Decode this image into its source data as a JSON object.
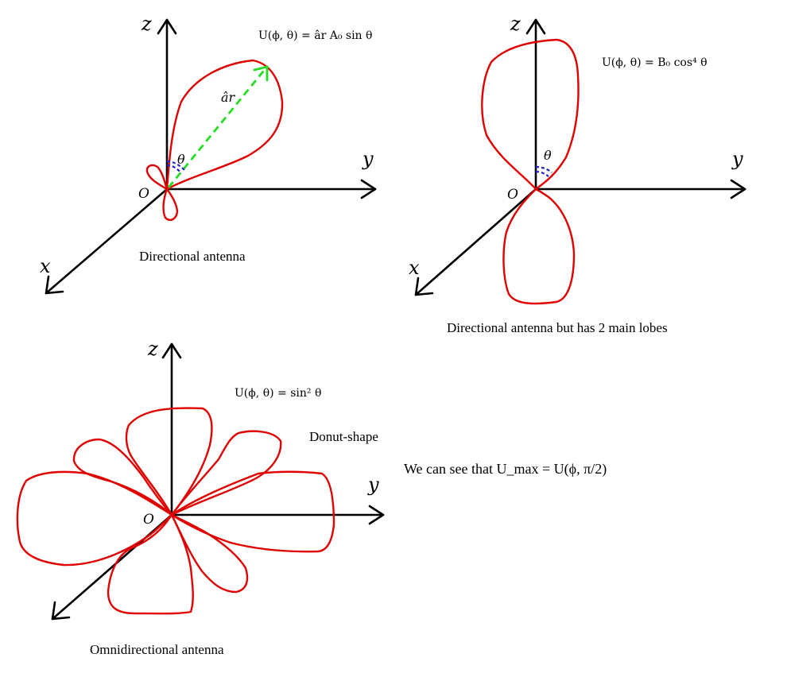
{
  "panels": [
    {
      "axes": {
        "z": "z",
        "y": "y",
        "x": "x",
        "origin": "O"
      },
      "formula": "U(ϕ, θ) = âr A₀ sin θ",
      "vector_label": "âr",
      "angle_label": "θ",
      "caption": "Directional antenna"
    },
    {
      "axes": {
        "z": "z",
        "y": "y",
        "x": "x",
        "origin": "O"
      },
      "formula": "U(ϕ, θ) = B₀ cos⁴ θ",
      "angle_label": "θ",
      "caption": "Directional antenna but has 2 main lobes"
    },
    {
      "axes": {
        "z": "z",
        "y": "y",
        "origin": "O"
      },
      "formula": "U(ϕ, θ) = sin² θ",
      "shape_note": "Donut-shape",
      "caption": "Omnidirectional antenna"
    }
  ],
  "conclusion": "We can see that U_max = U(ϕ, π/2)",
  "colors": {
    "lobe": "#e00000",
    "vector": "#22dd22",
    "angle_arc": "#2222cc",
    "axes": "#000000"
  }
}
